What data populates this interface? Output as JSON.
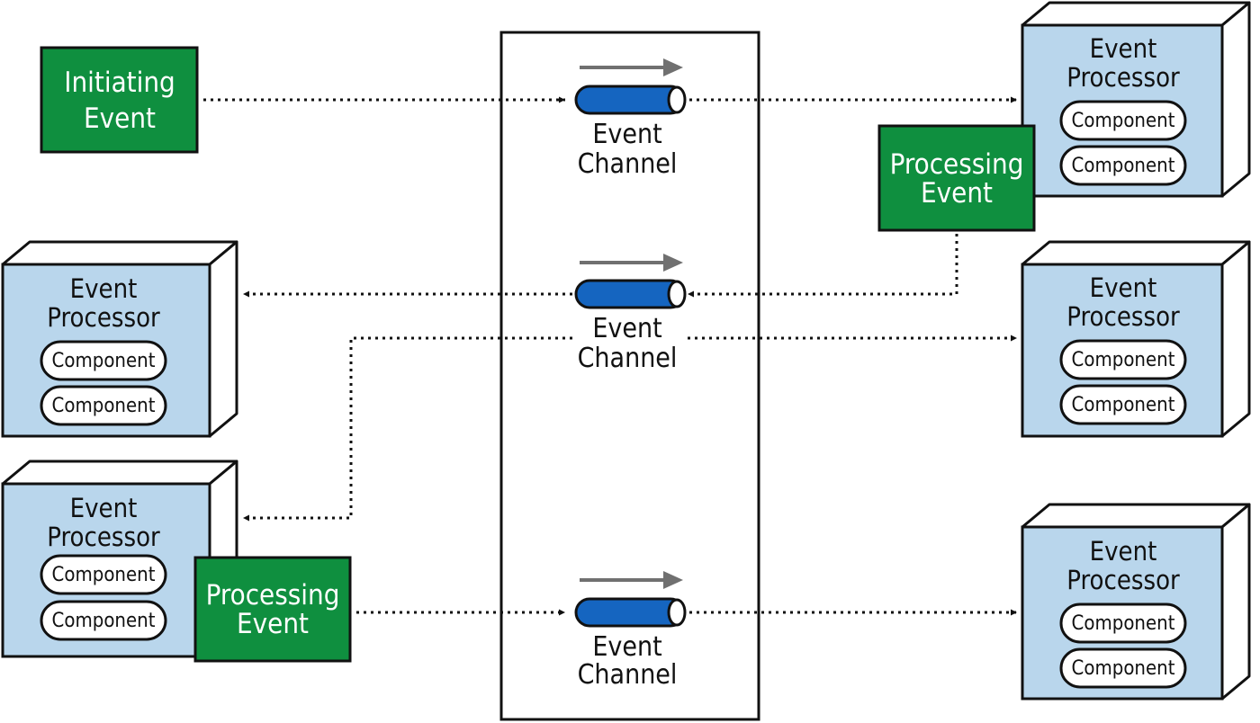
{
  "colors": {
    "processor_fill": "#b9d6ec",
    "green": "#0f8f3f",
    "channel_blue": "#1565c0",
    "arrow_gray": "#707070",
    "outline": "#111111"
  },
  "initiating_event": {
    "line1": "Initiating",
    "line2": "Event"
  },
  "mediator": {
    "channels": [
      {
        "line1": "Event",
        "line2": "Channel",
        "direction_icon": "right-arrow-icon"
      },
      {
        "line1": "Event",
        "line2": "Channel",
        "direction_icon": "right-arrow-icon"
      },
      {
        "line1": "Event",
        "line2": "Channel",
        "direction_icon": "right-arrow-icon"
      }
    ]
  },
  "processors": {
    "top_right": {
      "title1": "Event",
      "title2": "Processor",
      "components": [
        "Component",
        "Component"
      ]
    },
    "mid_right": {
      "title1": "Event",
      "title2": "Processor",
      "components": [
        "Component",
        "Component"
      ]
    },
    "bottom_right": {
      "title1": "Event",
      "title2": "Processor",
      "components": [
        "Component",
        "Component"
      ]
    },
    "mid_left": {
      "title1": "Event",
      "title2": "Processor",
      "components": [
        "Component",
        "Component"
      ]
    },
    "bottom_left": {
      "title1": "Event",
      "title2": "Processor",
      "components": [
        "Component",
        "Component"
      ]
    }
  },
  "processing_events": {
    "top_right": {
      "line1": "Processing",
      "line2": "Event"
    },
    "bottom_left": {
      "line1": "Processing",
      "line2": "Event"
    }
  }
}
